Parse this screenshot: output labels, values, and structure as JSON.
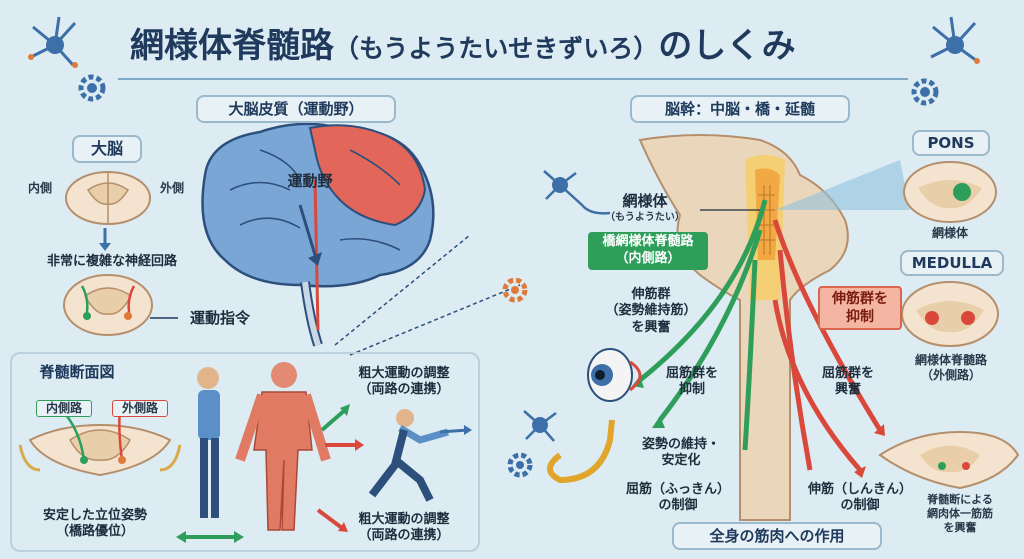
{
  "title": {
    "main": "網様体脊髄路",
    "reading": "（もうようたいせきずいろ）",
    "suffix": "のしくみ"
  },
  "cortex": {
    "header": "大脳皮質（運動野）",
    "motor_area_label": "運動野"
  },
  "cerebrum": {
    "header": "大脳",
    "medial": "内側",
    "lateral": "外側",
    "complex_circuit": "非常に複雑な神経回路",
    "motor_command": "運動指令"
  },
  "spinal_section": {
    "header": "脊髄断面図",
    "medial_path": "内側路",
    "lateral_path": "外側路",
    "posture_line1": "安定した立位姿勢",
    "posture_line2": "（橋路優位）",
    "gross_top_line1": "粗大運動の調整",
    "gross_top_line2": "（両路の連携）",
    "gross_bottom_line1": "粗大運動の調整",
    "gross_bottom_line2": "（両路の連携）"
  },
  "brainstem": {
    "header": "脳幹：中脳・橋・延髄",
    "reticular_formation": "網様体",
    "reticular_reading": "（もうようたい）",
    "pontine_tract_line1": "橋網様体脊髄路",
    "pontine_tract_line2": "（内側路）",
    "extensor_excite_line1": "伸筋群",
    "extensor_excite_line2": "（姿勢維持筋）",
    "extensor_excite_line3": "を興奮",
    "extensor_inhibit_line1": "伸筋群を",
    "extensor_inhibit_line2": "抑制",
    "flexor_inhibit_line1": "屈筋群を",
    "flexor_inhibit_line2": "抑制",
    "flexor_excite_line1": "屈筋群を",
    "flexor_excite_line2": "興奮",
    "posture_stab_line1": "姿勢の維持・",
    "posture_stab_line2": "安定化",
    "flexor_ctrl_line1": "屈筋（ふっきん）",
    "flexor_ctrl_line2": "の制御",
    "extensor_ctrl_line1": "伸筋（しんきん）",
    "extensor_ctrl_line2": "の制御",
    "whole_body": "全身の筋肉への作用"
  },
  "right_panel": {
    "pons": "PONS",
    "pons_caption": "網様体",
    "medulla": "MEDULLA",
    "medulla_caption_line1": "網様体脊髄路",
    "medulla_caption_line2": "（外側路）",
    "cord_caption_line1": "脊髄断による",
    "cord_caption_line2": "網肉体一筋筋",
    "cord_caption_line3": "を興奮"
  },
  "colors": {
    "green": "#2f9e5b",
    "red": "#d9483b",
    "blue_brain": "#6f9ed1",
    "red_brain": "#e2665a",
    "navy": "#1f3a5c"
  },
  "icons": [
    "neuron-icon",
    "gear-icon",
    "eye-icon",
    "brain-icon",
    "human-figure-icon"
  ]
}
